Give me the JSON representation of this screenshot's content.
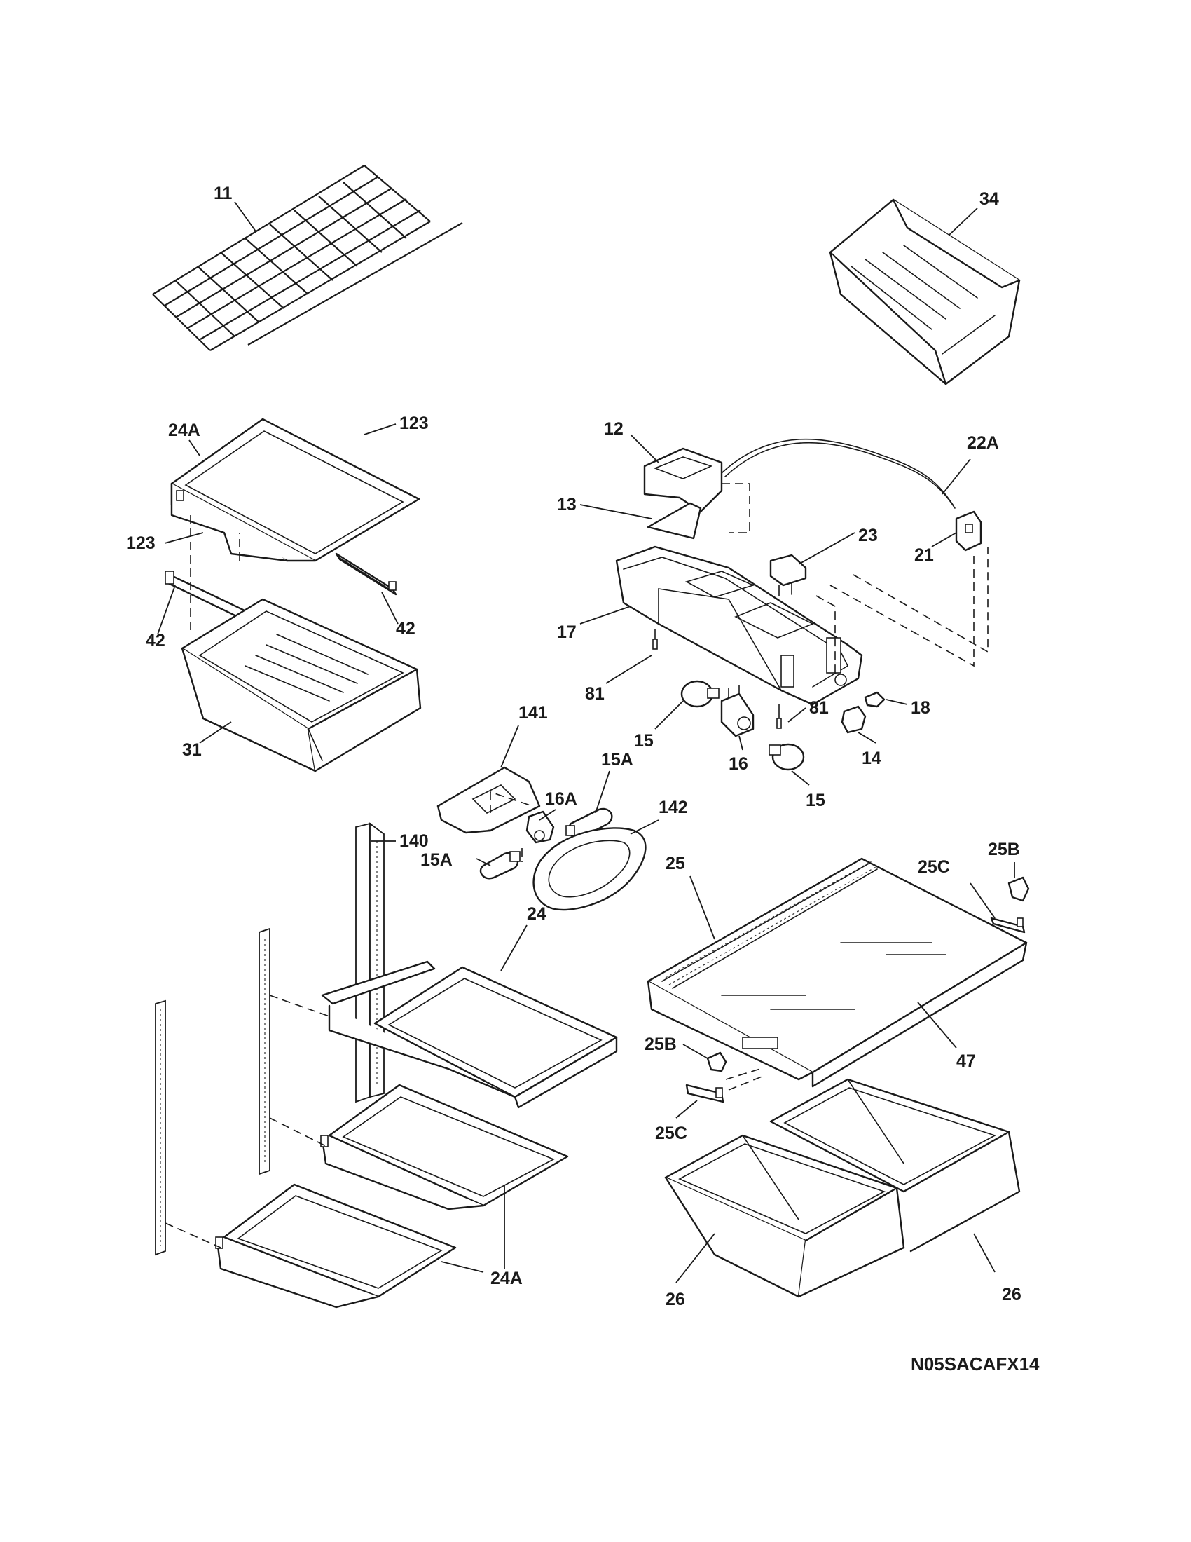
{
  "callouts": {
    "c11": "11",
    "c34": "34",
    "c24a_top": "24A",
    "c123_top": "123",
    "c123_left": "123",
    "c42_right": "42",
    "c42_left": "42",
    "c31": "31",
    "c12": "12",
    "c22a": "22A",
    "c13": "13",
    "c23": "23",
    "c21": "21",
    "c17": "17",
    "c81_left": "81",
    "c81_right": "81",
    "c18": "18",
    "c14": "14",
    "c15_left": "15",
    "c16": "16",
    "c15_bottom": "15",
    "c141": "141",
    "c16a": "16A",
    "c15a_right": "15A",
    "c142": "142",
    "c140": "140",
    "c15a_left": "15A",
    "c25": "25",
    "c25c_top": "25C",
    "c25b_top": "25B",
    "c24": "24",
    "c47": "47",
    "c25b_mid": "25B",
    "c25c_bottom": "25C",
    "c24a_bottom": "24A",
    "c26_left": "26",
    "c26_right": "26"
  },
  "drawing_code": "N05SACAFX14"
}
